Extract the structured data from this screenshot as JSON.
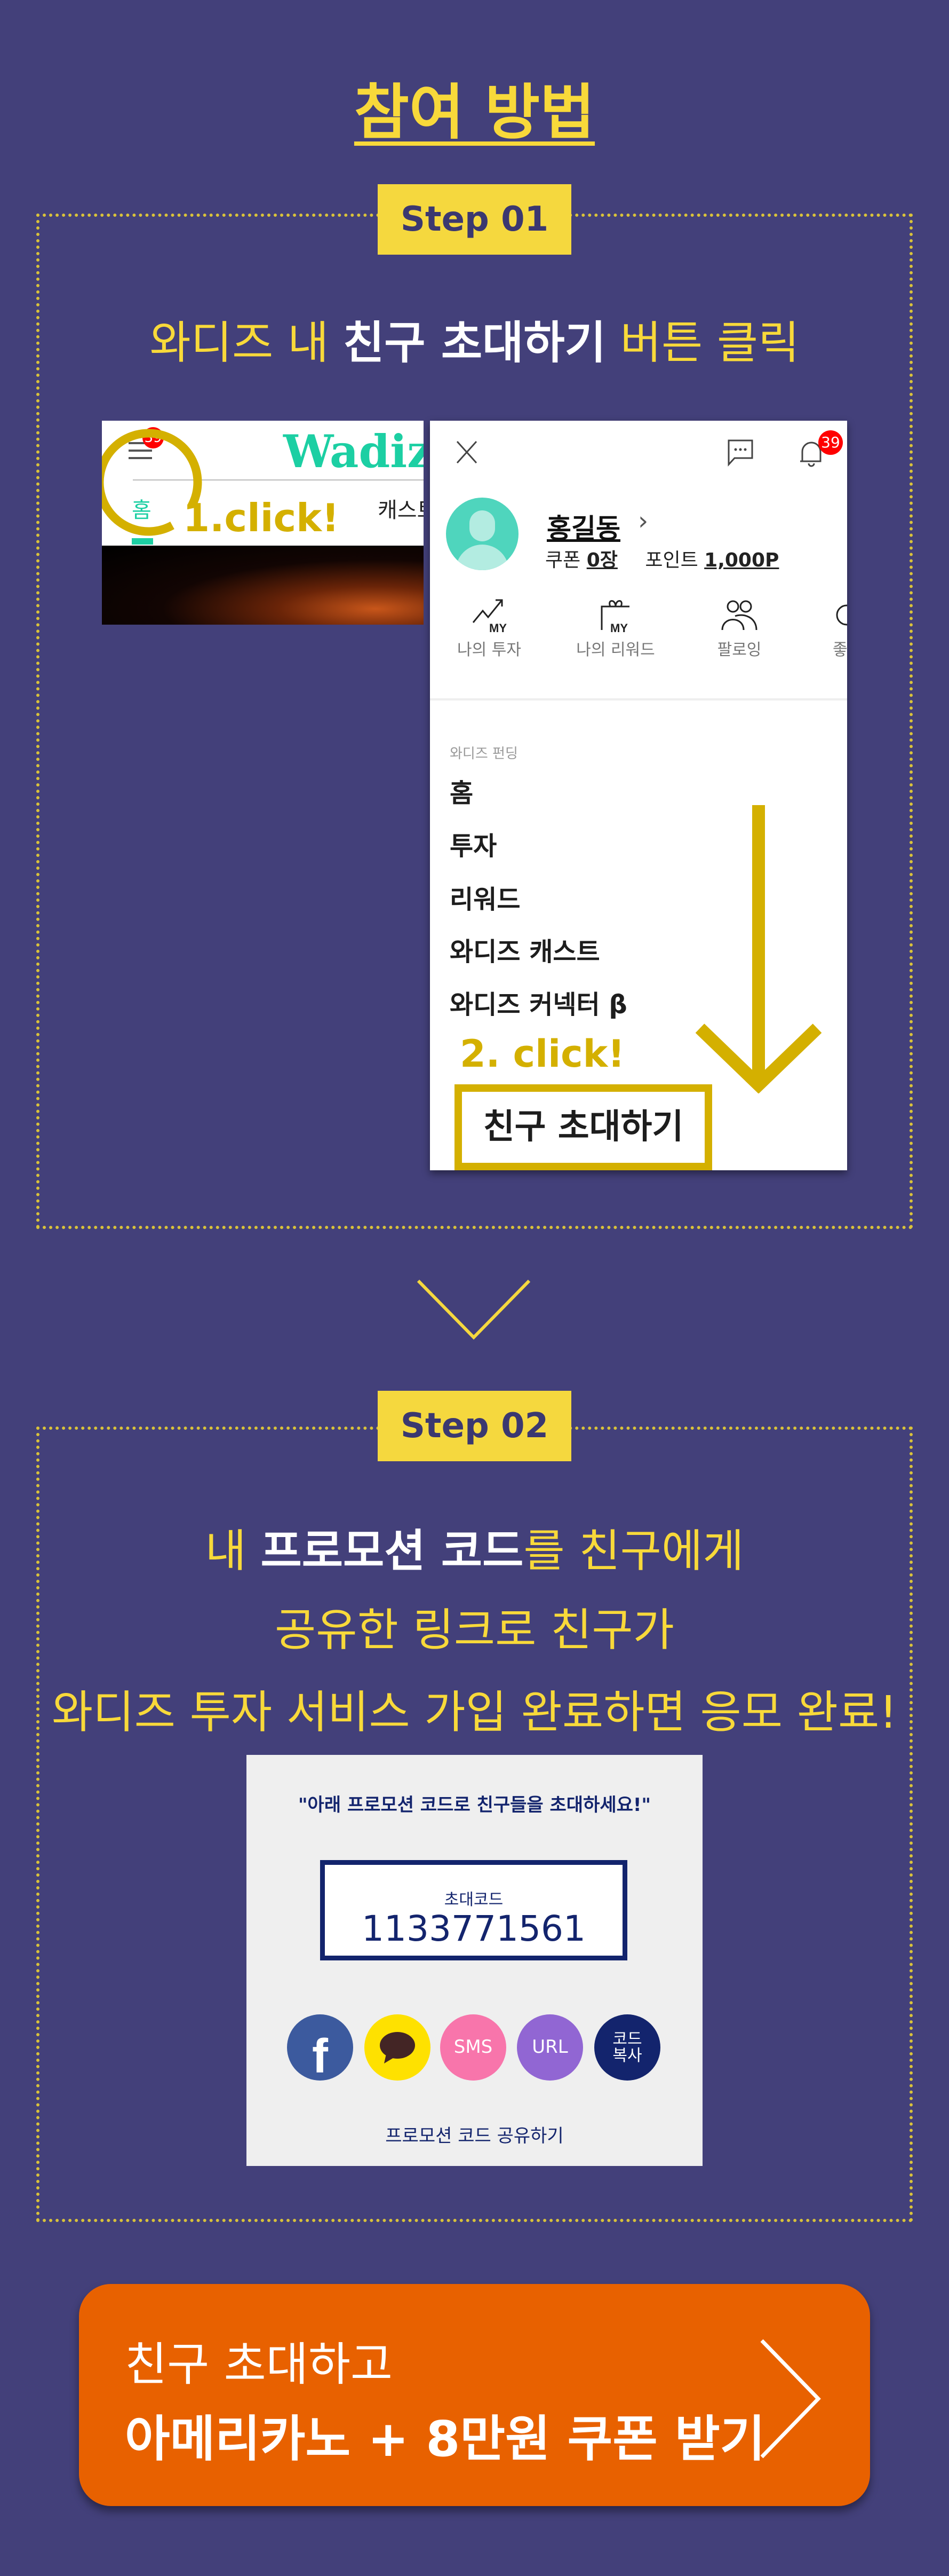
{
  "title": "참여 방법",
  "step1": {
    "badge": "Step 01",
    "headline_pre": "와디즈 내 ",
    "headline_bold": "친구 초대하기",
    "headline_post": " 버튼 클릭",
    "app": {
      "logo": "Wadiz",
      "badge_count": "39",
      "tab_home": "홈",
      "tab_cast": "캐스트",
      "click_label": "1.click!"
    },
    "menu_panel": {
      "badge_count": "39",
      "user_name": "홍길동",
      "coupon_label": "쿠폰",
      "coupon_value": "0장",
      "point_label": "포인트",
      "point_value": "1,000P",
      "shortcuts": [
        {
          "label": "나의 투자",
          "icon_text": "MY"
        },
        {
          "label": "나의 리워드",
          "icon_text": "MY"
        },
        {
          "label": "팔로잉"
        },
        {
          "label": "좋"
        }
      ],
      "section_label": "와디즈 펀딩",
      "items": [
        "홈",
        "투자",
        "리워드",
        "와디즈 캐스트",
        "와디즈 커넥터 β"
      ],
      "click_label": "2. click!",
      "invite_label": "친구 초대하기"
    }
  },
  "step2": {
    "badge": "Step 02",
    "line1_pre": "내 ",
    "line1_bold": "프로모션 코드",
    "line1_post": "를 친구에게",
    "line2": "공유한 링크로 친구가",
    "line3": "와디즈 투자 서비스 가입 완료하면 응모 완료!",
    "card": {
      "quote": "\"아래 프로모션 코드로 친구들을 초대하세요!\"",
      "code_label": "초대코드",
      "code": "1133771561",
      "share": [
        {
          "name": "facebook",
          "label": "f"
        },
        {
          "name": "kakaotalk",
          "label": ""
        },
        {
          "name": "sms",
          "label": "SMS"
        },
        {
          "name": "url",
          "label": "URL"
        },
        {
          "name": "copy",
          "label": "코드\n복사"
        }
      ],
      "footer": "프로모션 코드 공유하기"
    }
  },
  "cta": {
    "line1": "친구 초대하고",
    "line2": "아메리카노 + 8만원 쿠폰 받기"
  },
  "colors": {
    "bg": "#43407a",
    "yellow": "#f8d93a",
    "gold": "#d4b000",
    "orange": "#e86100",
    "navy": "#13246d",
    "teal": "#1ccfa3"
  }
}
